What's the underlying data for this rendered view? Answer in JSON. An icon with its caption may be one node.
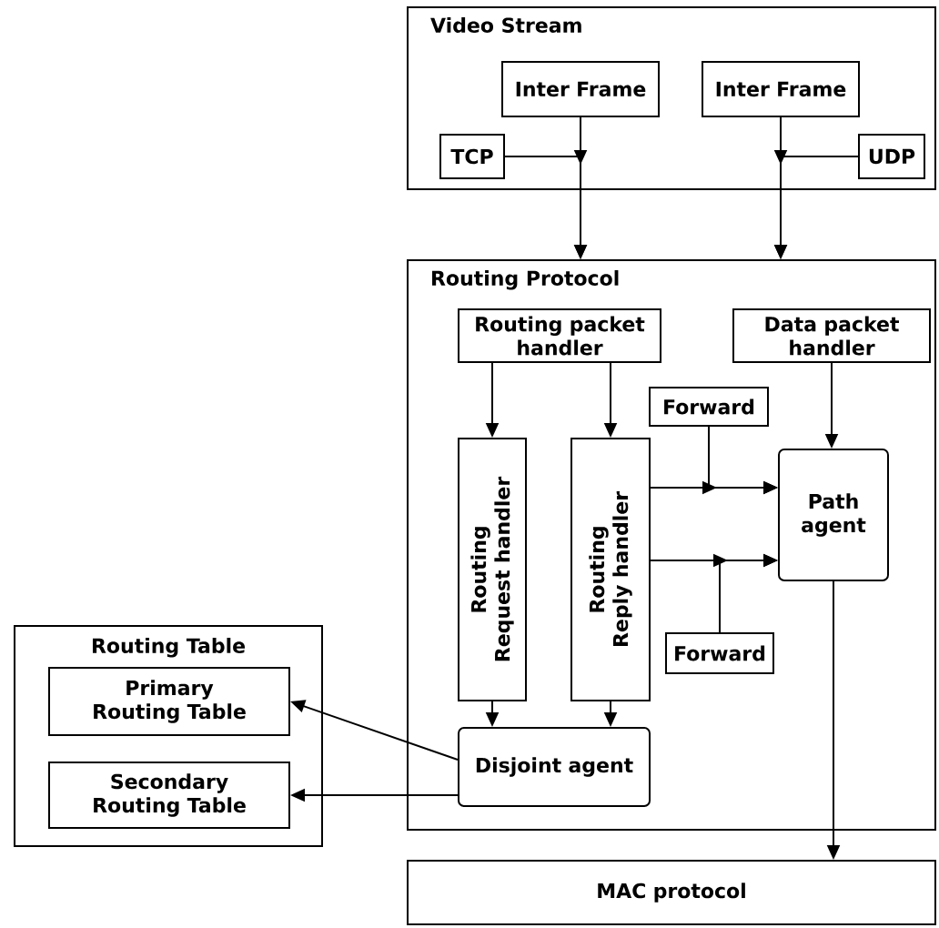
{
  "diagram": {
    "nodes": [
      {
        "text": [
          "Video Stream"
        ]
      },
      {
        "text": [
          "Inter Frame"
        ],
        "in": 0
      },
      {
        "text": [
          "Inter Frame"
        ],
        "in": 0
      },
      {
        "text": [
          "TCP"
        ],
        "in": 0
      },
      {
        "text": [
          "UDP"
        ],
        "in": 0
      },
      {
        "text": [
          "Routing Protocol"
        ]
      },
      {
        "text": [
          "Routing packet handler"
        ],
        "in": 5
      },
      {
        "text": [
          "Data packet handler"
        ],
        "in": 5
      },
      {
        "text": [
          "Routing Request handler"
        ],
        "in": 5
      },
      {
        "text": [
          "Routing Reply handler"
        ],
        "in": 5
      },
      {
        "text": [
          "Forward"
        ],
        "in": 5
      },
      {
        "text": [
          "Path agent"
        ],
        "in": 5
      },
      {
        "text": [
          "Forward"
        ],
        "in": 5
      },
      {
        "text": [
          "Disjoint agent"
        ],
        "in": 5
      },
      {
        "text": [
          "Routing Table"
        ]
      },
      {
        "text": [
          "Primary Routing Table"
        ],
        "in": 14
      },
      {
        "text": [
          "Secondary Routing Table"
        ],
        "in": 14
      },
      {
        "text": [
          "MAC protocol"
        ]
      }
    ],
    "edges": [
      {
        "from": 1,
        "to": 5,
        "arrow": "to"
      },
      {
        "from": 3,
        "to": 5,
        "arrow": "to"
      },
      {
        "from": 2,
        "to": 5,
        "arrow": "to"
      },
      {
        "from": 4,
        "to": 5,
        "arrow": "to"
      },
      {
        "from": 6,
        "to": 8,
        "arrow": "to"
      },
      {
        "from": 6,
        "to": 9,
        "arrow": "to"
      },
      {
        "from": 7,
        "to": 11,
        "arrow": "to"
      },
      {
        "from": 9,
        "to": 11,
        "arrow": "to"
      },
      {
        "from": 9,
        "to": 11,
        "arrow": "to"
      },
      {
        "from": 10,
        "to": 11,
        "arrow": "to"
      },
      {
        "from": 12,
        "to": 11,
        "arrow": "to"
      },
      {
        "from": 8,
        "to": 13,
        "arrow": "to"
      },
      {
        "from": 9,
        "to": 13,
        "arrow": "to"
      },
      {
        "from": 13,
        "to": 15,
        "arrow": "to"
      },
      {
        "from": 13,
        "to": 16,
        "arrow": "to"
      },
      {
        "from": 11,
        "to": 17,
        "arrow": "to"
      }
    ]
  }
}
